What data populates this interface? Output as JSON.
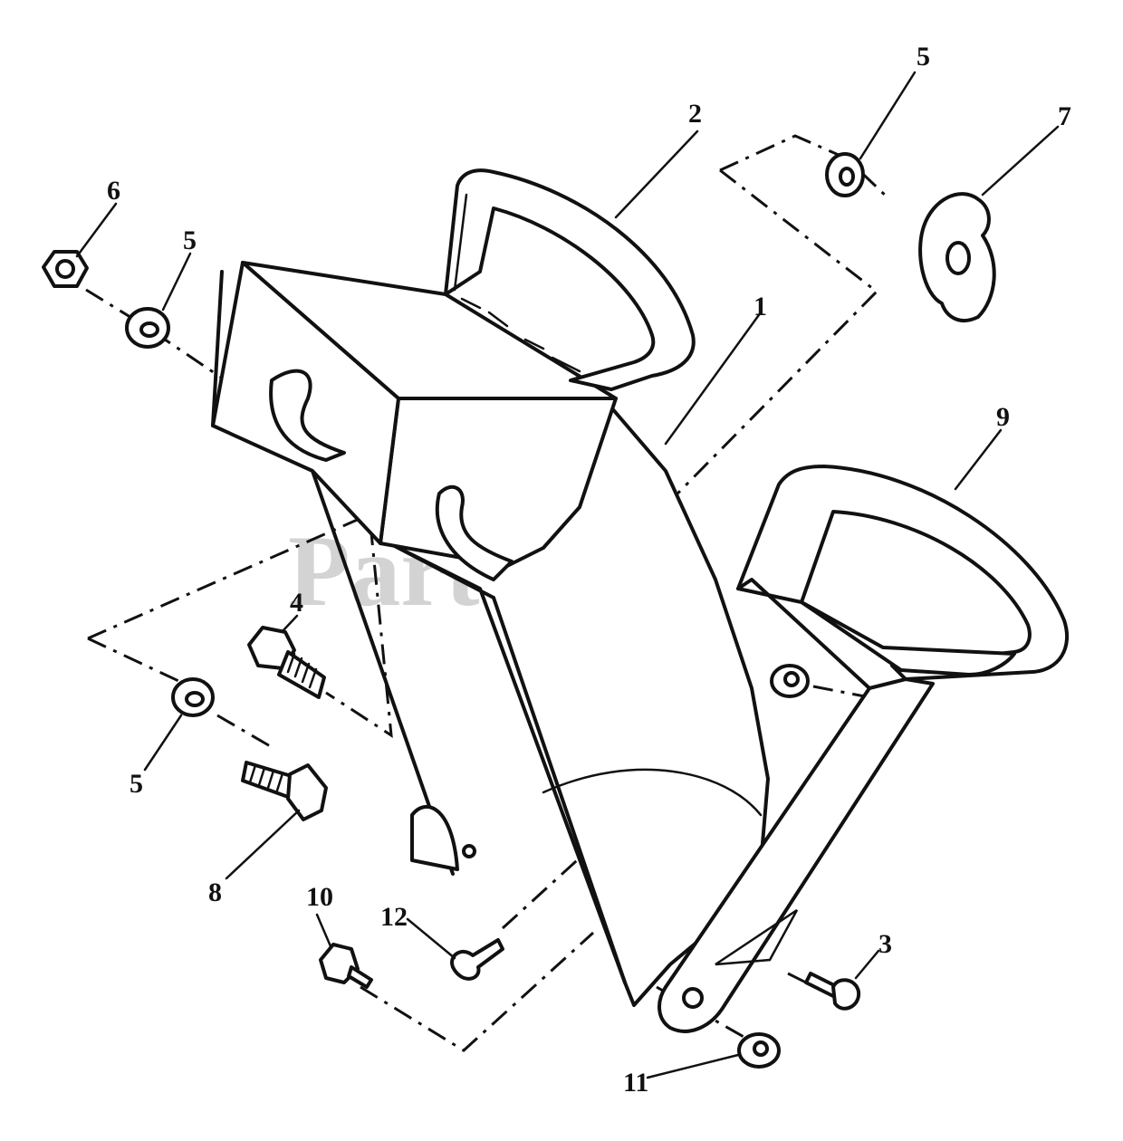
{
  "watermark": "PartsTree",
  "callouts": [
    {
      "id": "c1",
      "text": "1"
    },
    {
      "id": "c2",
      "text": "2"
    },
    {
      "id": "c3",
      "text": "3"
    },
    {
      "id": "c4",
      "text": "4"
    },
    {
      "id": "c5a",
      "text": "5"
    },
    {
      "id": "c5b",
      "text": "5"
    },
    {
      "id": "c5c",
      "text": "5"
    },
    {
      "id": "c6",
      "text": "6"
    },
    {
      "id": "c7",
      "text": "7"
    },
    {
      "id": "c8",
      "text": "8"
    },
    {
      "id": "c9",
      "text": "9"
    },
    {
      "id": "c10",
      "text": "10"
    },
    {
      "id": "c11",
      "text": "11"
    },
    {
      "id": "c12",
      "text": "12"
    }
  ]
}
